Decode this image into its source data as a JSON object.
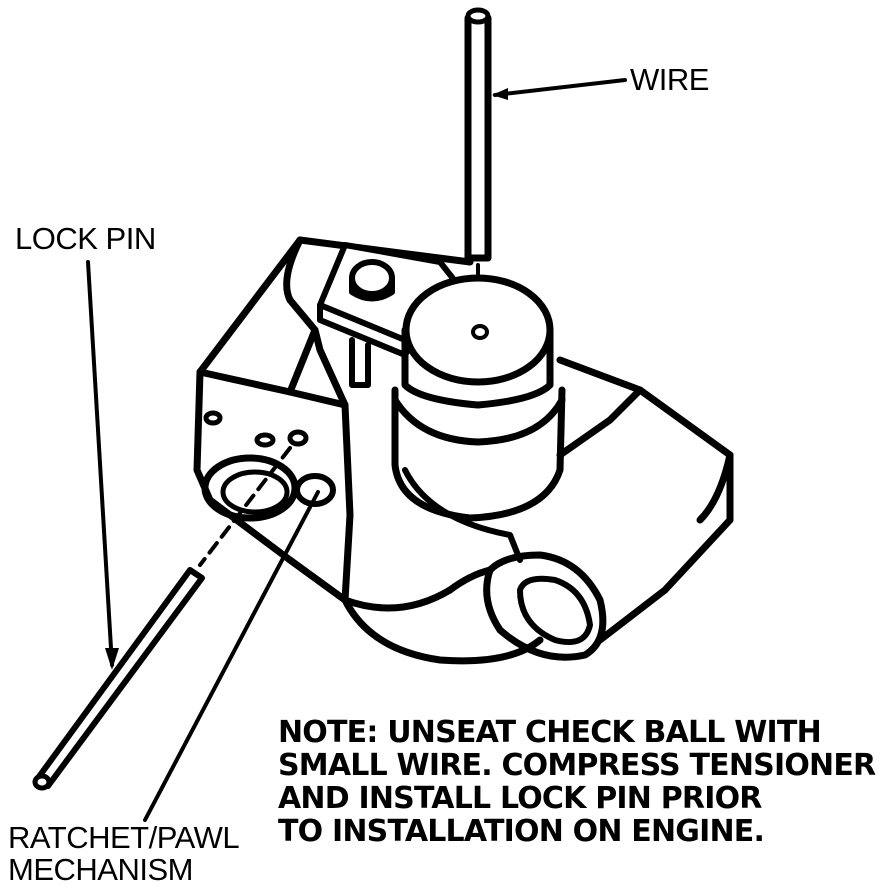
{
  "labels": {
    "wire": "WIRE",
    "lock_pin": "LOCK PIN",
    "ratchet_line1": "RATCHET/PAWL",
    "ratchet_line2": "MECHANISM"
  },
  "note": {
    "line1": "NOTE: UNSEAT CHECK BALL WITH",
    "line2": "SMALL WIRE. COMPRESS TENSIONER",
    "line3": "AND INSTALL LOCK PIN PRIOR",
    "line4": "TO INSTALLATION ON ENGINE."
  },
  "colors": {
    "ink": "#000000",
    "paper": "#ffffff"
  }
}
